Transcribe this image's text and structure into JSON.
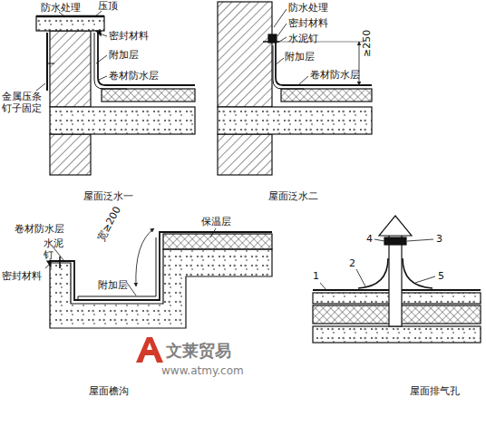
{
  "diagram": {
    "labels": [
      "防水处理",
      "压顶",
      "密封材料",
      "附加层",
      "卷材防水层",
      "金属压条 钉子固定",
      "屋面泛水一",
      "防水处理",
      "密封材料",
      "水泥钉",
      "≥250",
      "附加层",
      "卷材防水层",
      "屋面泛水二",
      "保温层",
      "宽≥200",
      "卷材防水层",
      "水泥钉",
      "密封材料",
      "附加层",
      "屋面檐沟",
      "1",
      "2",
      "3",
      "4",
      "5",
      "屋面排气孔",
      "文莱贸易",
      "www.atmy.com"
    ]
  }
}
